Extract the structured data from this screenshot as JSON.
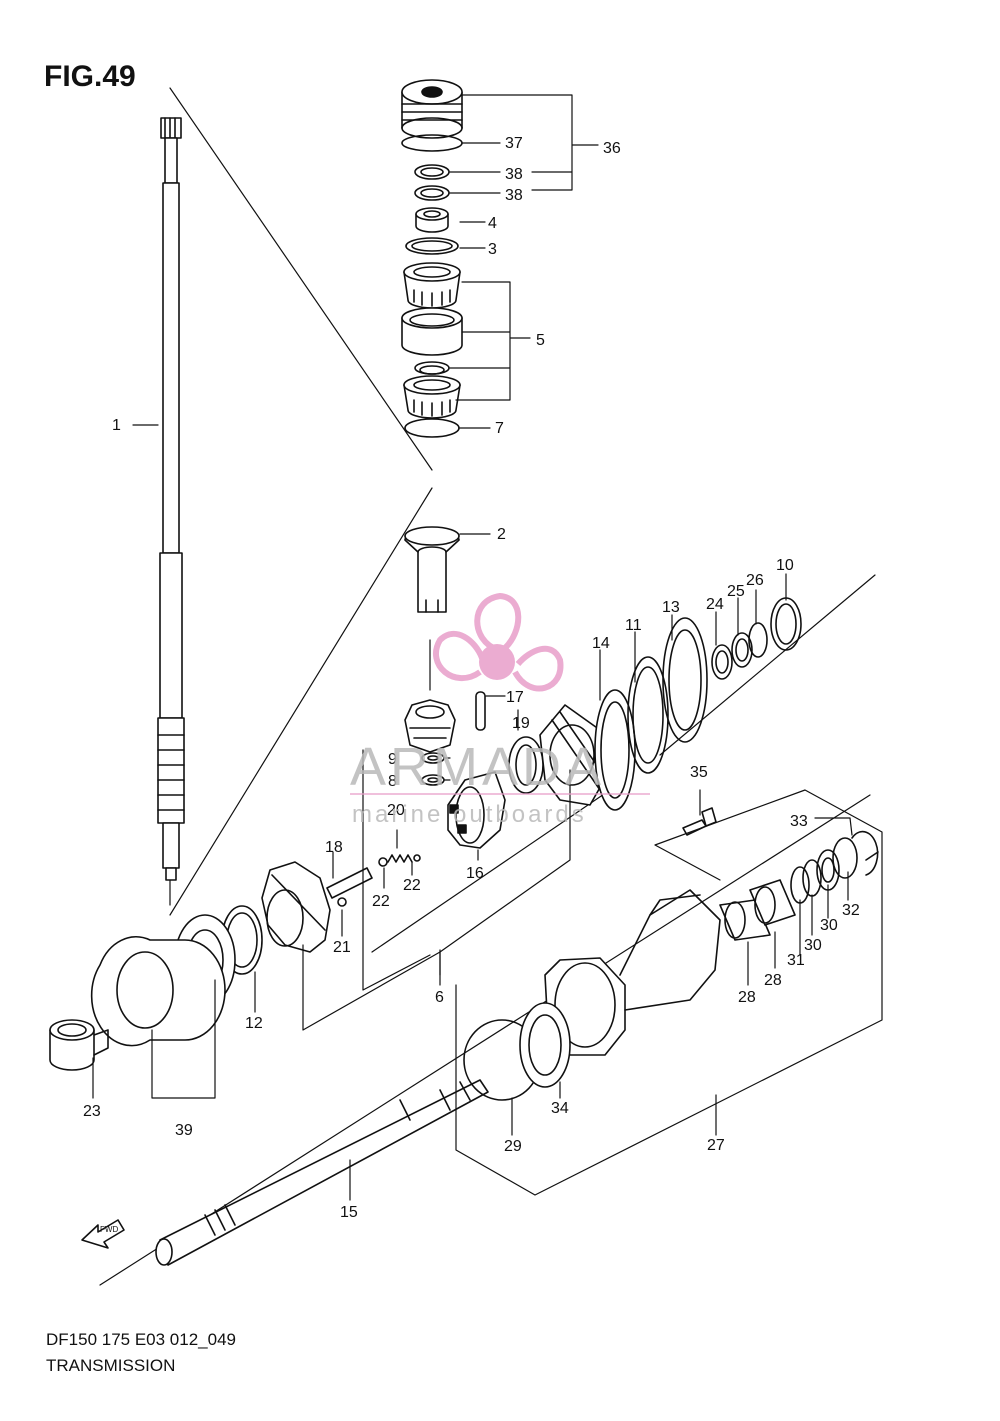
{
  "figure": {
    "title": "FIG.49"
  },
  "footer": {
    "code": "DF150 175 E03 012_049",
    "name": "TRANSMISSION"
  },
  "watermark": {
    "brand": "ARMADA",
    "tagline": "marine outboards",
    "color": "#e89ec9"
  },
  "fwd_arrow": {
    "label": "FWD"
  },
  "callouts": [
    "1",
    "2",
    "3",
    "4",
    "5",
    "6",
    "7",
    "8",
    "9",
    "10",
    "11",
    "12",
    "13",
    "14",
    "15",
    "16",
    "17",
    "18",
    "19",
    "20",
    "21",
    "22",
    "22",
    "23",
    "24",
    "25",
    "26",
    "27",
    "28",
    "28",
    "29",
    "30",
    "30",
    "31",
    "32",
    "33",
    "34",
    "35",
    "36",
    "37",
    "38",
    "38",
    "39"
  ]
}
